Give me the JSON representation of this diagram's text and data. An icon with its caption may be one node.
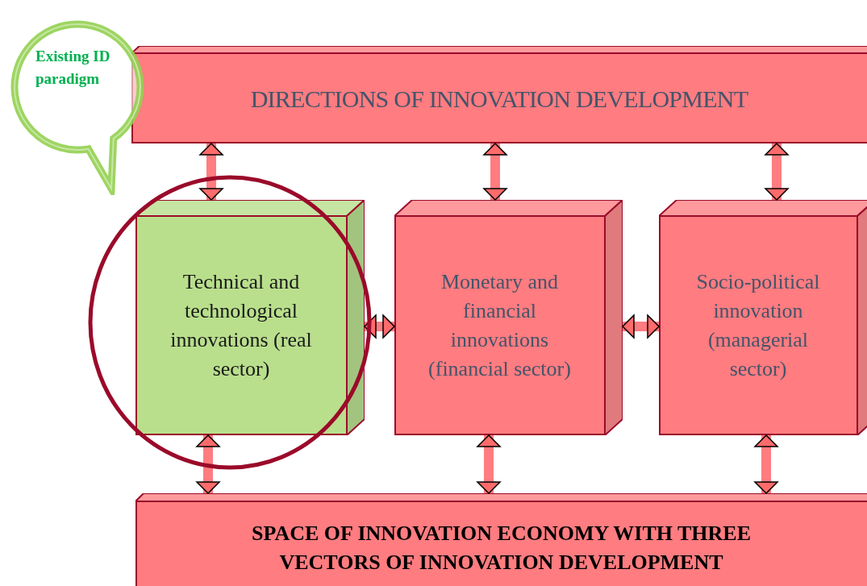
{
  "diagram": {
    "nodes": [
      {
        "text": [
          "Existing ID paradigm"
        ]
      },
      {
        "text": [
          "DIRECTIONS OF INNOVATION DEVELOPMENT"
        ]
      },
      {
        "text": [
          "Technical and technological innovations (real sector)"
        ]
      },
      {
        "text": [
          "Monetary and financial innovations (financial sector)"
        ]
      },
      {
        "text": [
          "Socio-political innovation (managerial sector)"
        ]
      },
      {
        "text": [
          "SPACE OF INNOVATION ECONOMY WITH THREE VECTORS OF INNOVATION DEVELOPMENT"
        ]
      }
    ],
    "edges": [
      {
        "from": 1,
        "to": 2,
        "arrow": "both"
      },
      {
        "from": 1,
        "to": 3,
        "arrow": "both"
      },
      {
        "from": 1,
        "to": 4,
        "arrow": "both"
      },
      {
        "from": 2,
        "to": 3,
        "arrow": "both"
      },
      {
        "from": 3,
        "to": 4,
        "arrow": "both"
      },
      {
        "from": 2,
        "to": 5,
        "arrow": "both"
      },
      {
        "from": 3,
        "to": 5,
        "arrow": "both"
      },
      {
        "from": 4,
        "to": 5,
        "arrow": "both"
      }
    ]
  }
}
